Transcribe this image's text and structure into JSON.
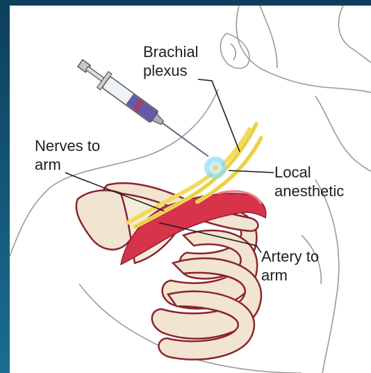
{
  "labels": {
    "brachial_plexus": [
      "Brachial",
      "plexus"
    ],
    "nerves_to_arm": [
      "Nerves to",
      "arm"
    ],
    "local_anesthetic": [
      "Local",
      "anesthetic"
    ],
    "artery_to_arm": [
      "Artery to",
      "arm"
    ]
  },
  "colors": {
    "background": "#1a6d92",
    "bone": "#f1e4d0",
    "bone_outline": "#8a2330",
    "nerve": "#f2da5a",
    "artery": "#d7334a",
    "anesthetic_glow": "#8fd8f5",
    "syringe_fluid": "#4b3f9a"
  }
}
